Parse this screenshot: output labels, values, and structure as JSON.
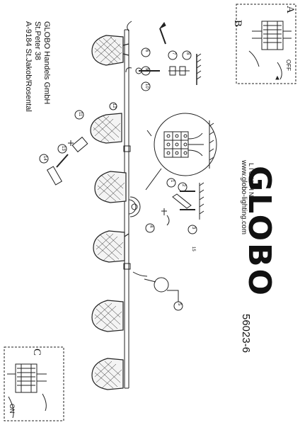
{
  "brand": {
    "name": "GLOBO",
    "tagline": "LIGHTING",
    "website": "www.globo-lighting.com"
  },
  "model_number": "56023-6",
  "address": {
    "lines": [
      "GLOBO Handels GmbH",
      "St.Peter 38",
      "A-9184 St.Jakob/Rosental"
    ]
  },
  "panels": {
    "top_right": {
      "labels": [
        "A",
        "B"
      ],
      "switch_text": "OFF"
    },
    "bottom_left": {
      "label": "C",
      "switch_text": "ON"
    }
  },
  "steps": [
    "1",
    "2",
    "3",
    "4",
    "5",
    "6",
    "7",
    "8",
    "9",
    "10",
    "11",
    "12",
    "13",
    "14",
    "15"
  ]
}
